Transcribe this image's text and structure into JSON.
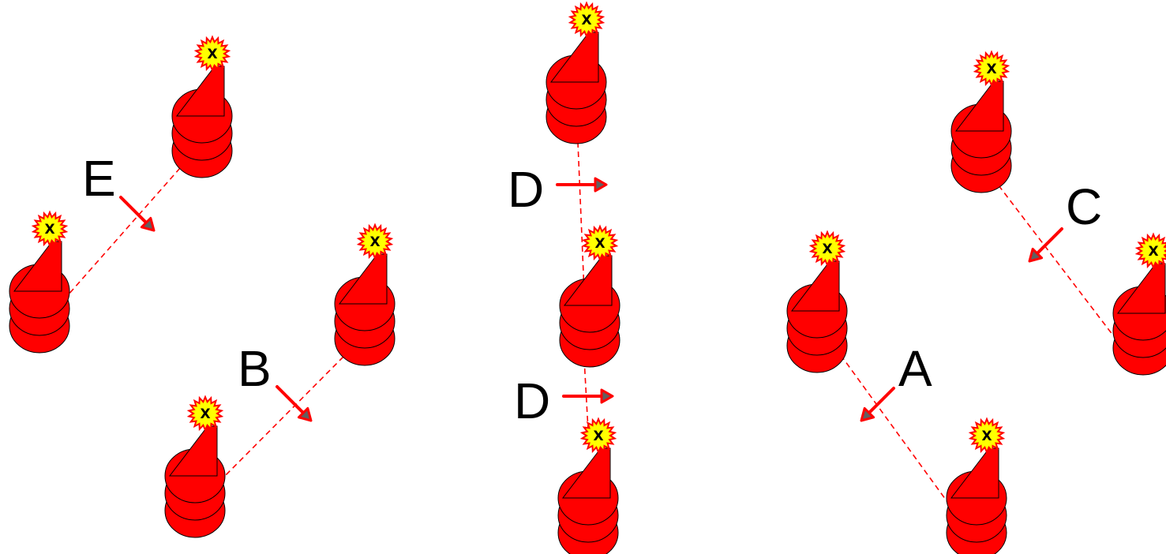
{
  "colors": {
    "buoy": "#ff0000",
    "outline": "#000000",
    "burst_fill": "#ffff00",
    "burst_stroke": "#ff0000",
    "line": "#ff0000",
    "arrow": "#ff0000",
    "arrow_head": "#606060"
  },
  "buoy_mark": "X",
  "gates": [
    {
      "id": "gate-e",
      "label": "E"
    },
    {
      "id": "gate-b",
      "label": "B"
    },
    {
      "id": "gate-d1",
      "label": "D"
    },
    {
      "id": "gate-d2",
      "label": "D"
    },
    {
      "id": "gate-c",
      "label": "C"
    },
    {
      "id": "gate-a",
      "label": "A"
    }
  ]
}
